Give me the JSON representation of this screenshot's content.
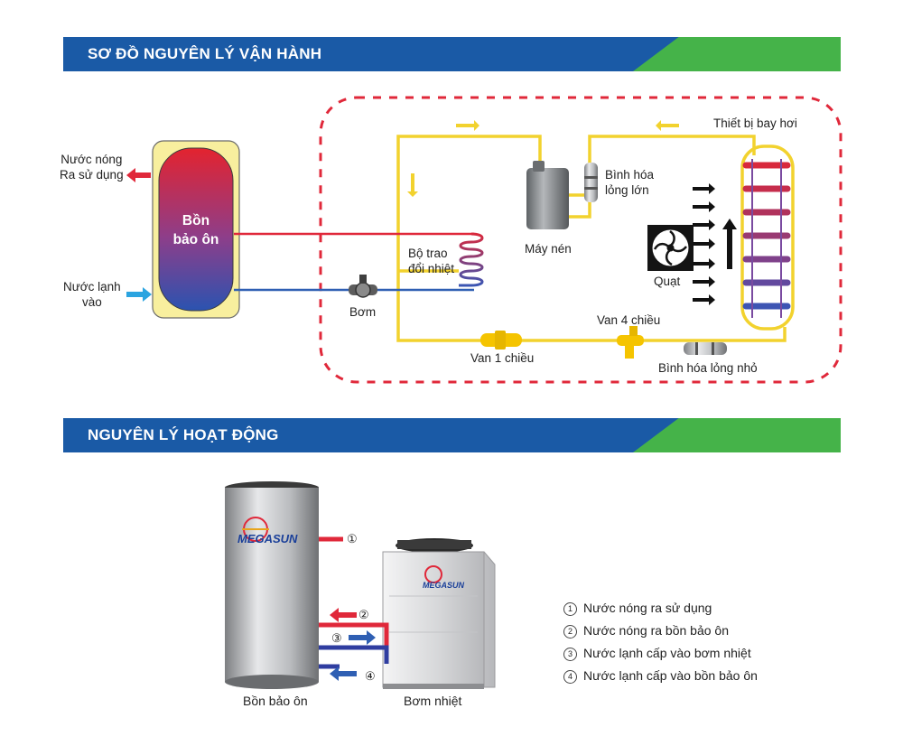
{
  "sections": {
    "operation_diagram_title": "SƠ ĐỒ NGUYÊN LÝ VẬN HÀNH",
    "working_principle_title": "NGUYÊN LÝ HOẠT ĐỘNG"
  },
  "diagram": {
    "hot_water_out": [
      "Nước nóng",
      "Ra sử dụng"
    ],
    "cold_water_in": [
      "Nước lạnh",
      "vào"
    ],
    "tank": [
      "Bồn",
      "bảo ôn"
    ],
    "heat_exchanger": [
      "Bộ trao",
      "đổi nhiệt"
    ],
    "pump": "Bơm",
    "compressor": "Máy nén",
    "large_receiver": [
      "Bình hóa",
      "lỏng lớn"
    ],
    "evaporator": "Thiết bị bay hơi",
    "fan": "Quạt",
    "four_way_valve": "Van 4 chiều",
    "check_valve": "Van 1 chiều",
    "small_receiver": "Bình hóa lỏng nhỏ"
  },
  "product": {
    "tank_brand": "MEGASUN",
    "unit_brand": "MEGASUN",
    "tank_caption": "Bồn bảo ôn",
    "unit_caption": "Bơm nhiệt",
    "markers": [
      "①",
      "②",
      "③",
      "④"
    ],
    "legend": [
      {
        "num": "1",
        "text": "Nước nóng ra sử dụng"
      },
      {
        "num": "2",
        "text": "Nước nóng ra bồn bảo ôn"
      },
      {
        "num": "3",
        "text": "Nước lạnh cấp vào bơm nhiệt"
      },
      {
        "num": "4",
        "text": "Nước lạnh cấp vào bồn bảo ôn"
      }
    ]
  },
  "colors": {
    "banner_blue": "#1a5aa6",
    "banner_green": "#45b349",
    "refrigerant_line": "#f2d22e",
    "hot_line": "#e0283a",
    "cold_line": "#2f5fb3",
    "boundary": "#e0283a"
  }
}
